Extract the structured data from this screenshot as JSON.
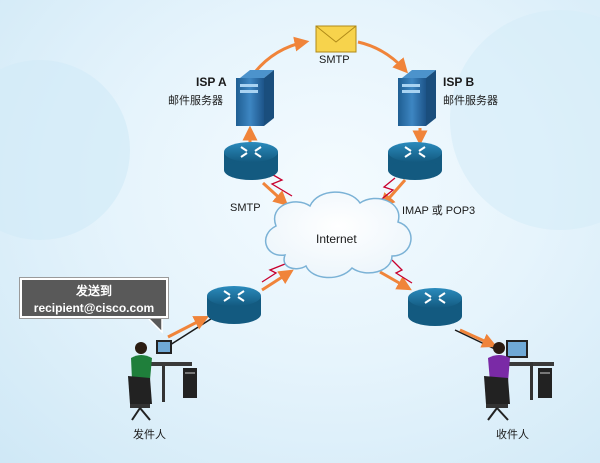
{
  "labels": {
    "smtp_top": "SMTP",
    "isp_a_title": "ISP A",
    "isp_a_sub": "邮件服务器",
    "isp_b_title": "ISP B",
    "isp_b_sub": "邮件服务器",
    "smtp_left": "SMTP",
    "imap_pop3": "IMAP 或 POP3",
    "internet": "Internet",
    "sender": "发件人",
    "receiver": "收件人"
  },
  "tooltip": {
    "line1": "发送到",
    "line2": "recipient@cisco.com"
  },
  "colors": {
    "arrow": "#f0843a",
    "router": "#1c6f9b",
    "server": "#2a6fa8",
    "envelope": "#f7d34c",
    "lightning": "#c8002e",
    "tooltip_bg": "#595959"
  }
}
